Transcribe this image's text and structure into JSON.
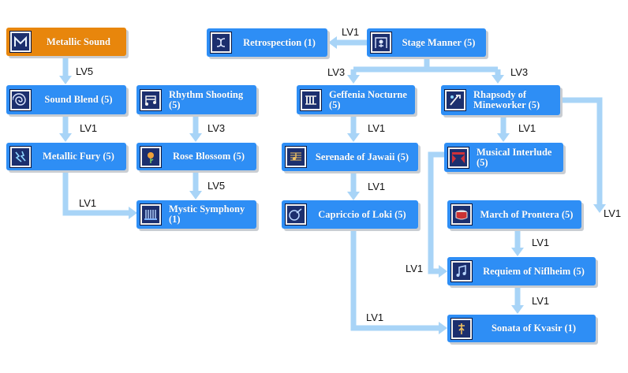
{
  "level_labels": {
    "metallic_to_blend": "LV5",
    "stage_to_retro": "LV1",
    "stage_to_geffenia": "LV3",
    "stage_to_rhapsody": "LV3",
    "blend_to_fury": "LV1",
    "rhythm_to_rose": "LV3",
    "geffenia_to_serenade": "LV1",
    "rhapsody_to_interlude": "LV1",
    "rose_to_mystic": "LV5",
    "fury_to_mystic": "LV1",
    "serenade_to_capriccio": "LV1",
    "rhapsody_to_march": "LV1",
    "march_to_requiem": "LV1",
    "interlude_to_requiem": "LV1",
    "requiem_to_sonata": "LV1",
    "capriccio_to_sonata": "LV1"
  },
  "skills": {
    "metallic_sound": {
      "label": "Metallic Sound",
      "icon": "metallic-sound-icon"
    },
    "sound_blend": {
      "label": "Sound Blend (5)",
      "icon": "sound-blend-icon"
    },
    "metallic_fury": {
      "label": "Metallic Fury (5)",
      "icon": "metallic-fury-icon"
    },
    "rhythm_shooting": {
      "label": "Rhythm Shooting (5)",
      "icon": "rhythm-shooting-icon"
    },
    "rose_blossom": {
      "label": "Rose Blossom (5)",
      "icon": "rose-blossom-icon"
    },
    "mystic_symphony": {
      "label": "Mystic Symphony (1)",
      "icon": "mystic-symphony-icon"
    },
    "retrospection": {
      "label": "Retrospection (1)",
      "icon": "retrospection-icon"
    },
    "stage_manner": {
      "label": "Stage Manner (5)",
      "icon": "stage-manner-icon"
    },
    "geffenia_nocturne": {
      "label": "Geffenia Nocturne (5)",
      "icon": "geffenia-nocturne-icon"
    },
    "rhapsody": {
      "label": "Rhapsody of Mineworker (5)",
      "icon": "rhapsody-icon"
    },
    "serenade": {
      "label": "Serenade of Jawaii (5)",
      "icon": "serenade-icon"
    },
    "musical_interlude": {
      "label": "Musical Interlude (5)",
      "icon": "musical-interlude-icon"
    },
    "capriccio": {
      "label": "Capriccio of Loki (5)",
      "icon": "capriccio-icon"
    },
    "march": {
      "label": "March of Prontera (5)",
      "icon": "march-icon"
    },
    "requiem": {
      "label": "Requiem of Niflheim (5)",
      "icon": "requiem-icon"
    },
    "sonata": {
      "label": "Sonata of Kvasir (1)",
      "icon": "sonata-icon"
    }
  },
  "colors": {
    "skill_box": "#2e8ef5",
    "selected_skill_box": "#e8860c",
    "connector": "#a8d4f7",
    "icon_background": "#1c2f6e"
  }
}
